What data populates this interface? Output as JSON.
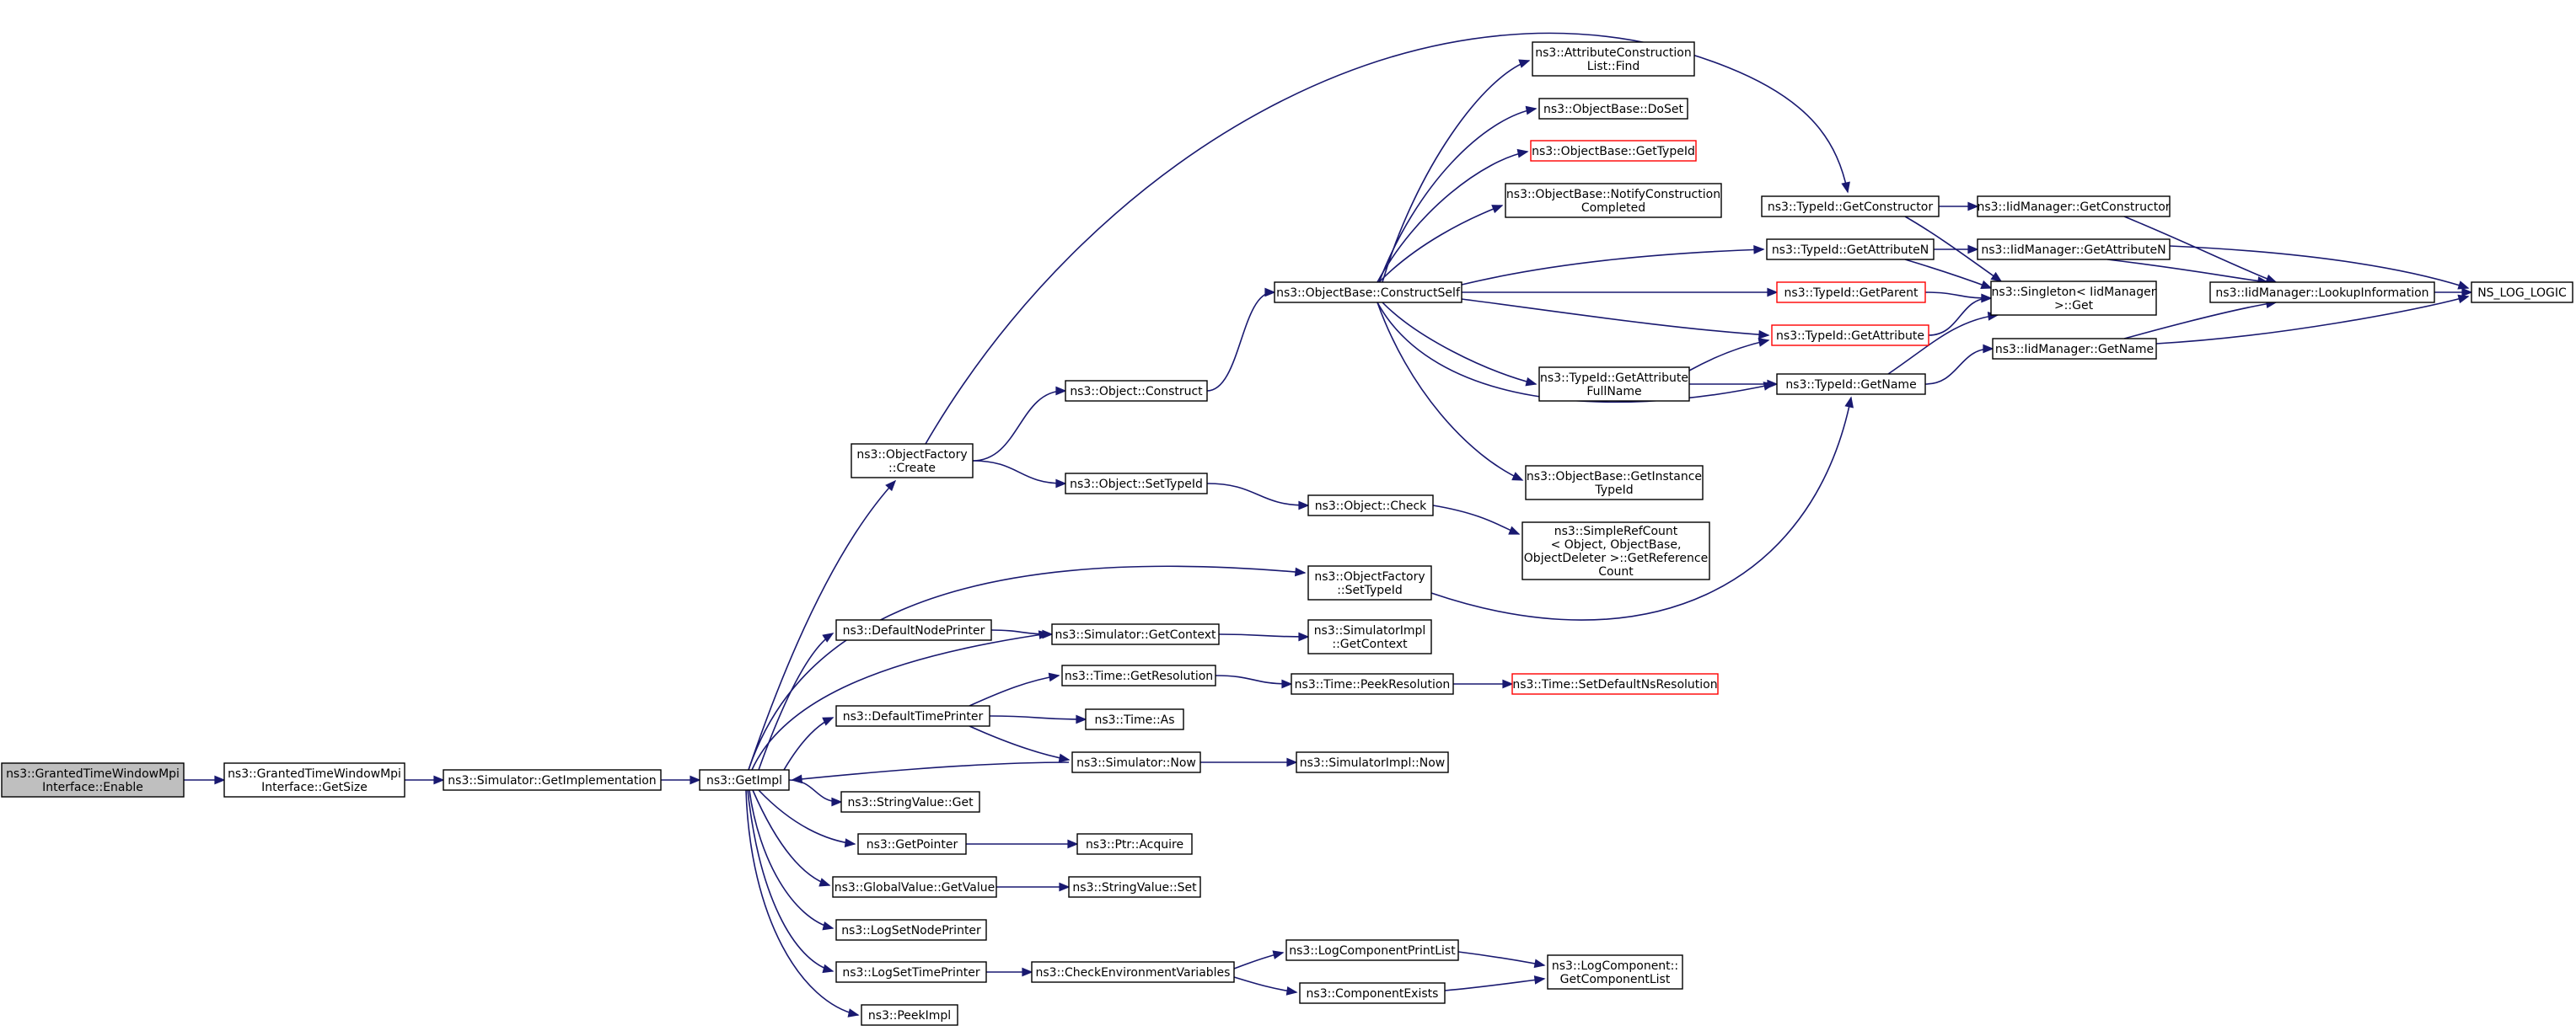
{
  "graph": {
    "colors": {
      "edge": "#191970",
      "node_border": "#000000",
      "start_fill": "#bfbfbf",
      "incomplete_border": "#ff0000"
    },
    "nodes": [
      {
        "id": "enable",
        "lines": [
          "ns3::GrantedTimeWindowMpi",
          "Interface::Enable"
        ],
        "kind": "start"
      },
      {
        "id": "getsize",
        "lines": [
          "ns3::GrantedTimeWindowMpi",
          "Interface::GetSize"
        ]
      },
      {
        "id": "getimplementation",
        "lines": [
          "ns3::Simulator::GetImplementation"
        ]
      },
      {
        "id": "getimpl",
        "lines": [
          "ns3::GetImpl"
        ]
      },
      {
        "id": "objfactory_create",
        "lines": [
          "ns3::ObjectFactory",
          "::Create"
        ]
      },
      {
        "id": "defaultnodeprinter",
        "lines": [
          "ns3::DefaultNodePrinter"
        ]
      },
      {
        "id": "defaulttimeprinter",
        "lines": [
          "ns3::DefaultTimePrinter"
        ]
      },
      {
        "id": "stringvalue_get",
        "lines": [
          "ns3::StringValue::Get"
        ]
      },
      {
        "id": "getpointer",
        "lines": [
          "ns3::GetPointer"
        ]
      },
      {
        "id": "globalvalue_getvalue",
        "lines": [
          "ns3::GlobalValue::GetValue"
        ]
      },
      {
        "id": "logsetnodeprinter",
        "lines": [
          "ns3::LogSetNodePrinter"
        ]
      },
      {
        "id": "logsettimeprinter",
        "lines": [
          "ns3::LogSetTimePrinter"
        ]
      },
      {
        "id": "peekimpl",
        "lines": [
          "ns3::PeekImpl"
        ]
      },
      {
        "id": "object_construct",
        "lines": [
          "ns3::Object::Construct"
        ]
      },
      {
        "id": "object_settypeid",
        "lines": [
          "ns3::Object::SetTypeId"
        ]
      },
      {
        "id": "simulator_getcontext",
        "lines": [
          "ns3::Simulator::GetContext"
        ]
      },
      {
        "id": "time_getresolution",
        "lines": [
          "ns3::Time::GetResolution"
        ]
      },
      {
        "id": "time_as",
        "lines": [
          "ns3::Time::As"
        ]
      },
      {
        "id": "simulator_now",
        "lines": [
          "ns3::Simulator::Now"
        ]
      },
      {
        "id": "ptr_acquire",
        "lines": [
          "ns3::Ptr::Acquire"
        ]
      },
      {
        "id": "stringvalue_set",
        "lines": [
          "ns3::StringValue::Set"
        ]
      },
      {
        "id": "checkenvvars",
        "lines": [
          "ns3::CheckEnvironmentVariables"
        ]
      },
      {
        "id": "objectbase_constructself",
        "lines": [
          "ns3::ObjectBase::ConstructSelf"
        ]
      },
      {
        "id": "object_check",
        "lines": [
          "ns3::Object::Check"
        ]
      },
      {
        "id": "objfactory_settypeid",
        "lines": [
          "ns3::ObjectFactory",
          "::SetTypeId"
        ]
      },
      {
        "id": "simimpl_getcontext",
        "lines": [
          "ns3::SimulatorImpl",
          "::GetContext"
        ]
      },
      {
        "id": "time_peekresolution",
        "lines": [
          "ns3::Time::PeekResolution"
        ]
      },
      {
        "id": "simimpl_now",
        "lines": [
          "ns3::SimulatorImpl::Now"
        ]
      },
      {
        "id": "logcomponentprintlist",
        "lines": [
          "ns3::LogComponentPrintList"
        ]
      },
      {
        "id": "componentexists",
        "lines": [
          "ns3::ComponentExists"
        ]
      },
      {
        "id": "attrconstructionlist_find",
        "lines": [
          "ns3::AttributeConstruction",
          "List::Find"
        ]
      },
      {
        "id": "objectbase_doset",
        "lines": [
          "ns3::ObjectBase::DoSet"
        ]
      },
      {
        "id": "objectbase_gettypeid",
        "lines": [
          "ns3::ObjectBase::GetTypeId"
        ],
        "kind": "red"
      },
      {
        "id": "objectbase_notifyconstruction",
        "lines": [
          "ns3::ObjectBase::NotifyConstruction",
          "Completed"
        ]
      },
      {
        "id": "typeid_getattributefullname",
        "lines": [
          "ns3::TypeId::GetAttribute",
          "FullName"
        ]
      },
      {
        "id": "objectbase_getinstancetypeid",
        "lines": [
          "ns3::ObjectBase::GetInstance",
          "TypeId"
        ]
      },
      {
        "id": "simplerefcount",
        "lines": [
          "ns3::SimpleRefCount",
          "< Object, ObjectBase,",
          "ObjectDeleter >::GetReference",
          "Count"
        ]
      },
      {
        "id": "time_setdefaultnsresolution",
        "lines": [
          "ns3::Time::SetDefaultNsResolution"
        ],
        "kind": "red"
      },
      {
        "id": "logcomponent_getcomponentlist",
        "lines": [
          "ns3::LogComponent::",
          "GetComponentList"
        ]
      },
      {
        "id": "typeid_getconstructor",
        "lines": [
          "ns3::TypeId::GetConstructor"
        ]
      },
      {
        "id": "typeid_getattributen",
        "lines": [
          "ns3::TypeId::GetAttributeN"
        ]
      },
      {
        "id": "typeid_getparent",
        "lines": [
          "ns3::TypeId::GetParent"
        ],
        "kind": "red"
      },
      {
        "id": "typeid_getattribute",
        "lines": [
          "ns3::TypeId::GetAttribute"
        ],
        "kind": "red"
      },
      {
        "id": "typeid_getname",
        "lines": [
          "ns3::TypeId::GetName"
        ]
      },
      {
        "id": "iidmanager_getconstructor",
        "lines": [
          "ns3::IidManager::GetConstructor"
        ]
      },
      {
        "id": "iidmanager_getattributen",
        "lines": [
          "ns3::IidManager::GetAttributeN"
        ]
      },
      {
        "id": "singleton_get",
        "lines": [
          "ns3::Singleton< IidManager",
          "  >::Get"
        ]
      },
      {
        "id": "iidmanager_getname",
        "lines": [
          "ns3::IidManager::GetName"
        ]
      },
      {
        "id": "iidmanager_lookupinformation",
        "lines": [
          "ns3::IidManager::LookupInformation"
        ]
      },
      {
        "id": "ns_log_logic",
        "lines": [
          "NS_LOG_LOGIC"
        ]
      }
    ],
    "edges": [
      [
        "enable",
        "getsize"
      ],
      [
        "getsize",
        "getimplementation"
      ],
      [
        "getimplementation",
        "getimpl"
      ],
      [
        "getimpl",
        "objfactory_create"
      ],
      [
        "getimpl",
        "defaultnodeprinter"
      ],
      [
        "getimpl",
        "defaulttimeprinter"
      ],
      [
        "getimpl",
        "stringvalue_get"
      ],
      [
        "getimpl",
        "getpointer"
      ],
      [
        "getimpl",
        "globalvalue_getvalue"
      ],
      [
        "getimpl",
        "logsetnodeprinter"
      ],
      [
        "getimpl",
        "logsettimeprinter"
      ],
      [
        "getimpl",
        "peekimpl"
      ],
      [
        "getimpl",
        "objfactory_settypeid"
      ],
      [
        "getimpl",
        "simulator_getcontext"
      ],
      [
        "objfactory_create",
        "object_construct"
      ],
      [
        "objfactory_create",
        "object_settypeid"
      ],
      [
        "objfactory_create",
        "typeid_getconstructor"
      ],
      [
        "object_construct",
        "objectbase_constructself"
      ],
      [
        "object_settypeid",
        "object_check"
      ],
      [
        "object_check",
        "simplerefcount"
      ],
      [
        "objfactory_settypeid",
        "typeid_getname"
      ],
      [
        "defaultnodeprinter",
        "simulator_getcontext"
      ],
      [
        "simulator_getcontext",
        "simimpl_getcontext"
      ],
      [
        "defaulttimeprinter",
        "time_getresolution"
      ],
      [
        "defaulttimeprinter",
        "time_as"
      ],
      [
        "defaulttimeprinter",
        "simulator_now"
      ],
      [
        "time_getresolution",
        "time_peekresolution"
      ],
      [
        "time_peekresolution",
        "time_setdefaultnsresolution"
      ],
      [
        "simulator_now",
        "simimpl_now"
      ],
      [
        "simulator_now",
        "getimpl"
      ],
      [
        "getpointer",
        "ptr_acquire"
      ],
      [
        "globalvalue_getvalue",
        "stringvalue_set"
      ],
      [
        "logsettimeprinter",
        "checkenvvars"
      ],
      [
        "checkenvvars",
        "logcomponentprintlist"
      ],
      [
        "checkenvvars",
        "componentexists"
      ],
      [
        "logcomponentprintlist",
        "logcomponent_getcomponentlist"
      ],
      [
        "componentexists",
        "logcomponent_getcomponentlist"
      ],
      [
        "objectbase_constructself",
        "attrconstructionlist_find"
      ],
      [
        "objectbase_constructself",
        "objectbase_doset"
      ],
      [
        "objectbase_constructself",
        "objectbase_gettypeid"
      ],
      [
        "objectbase_constructself",
        "objectbase_notifyconstruction"
      ],
      [
        "objectbase_constructself",
        "typeid_getattributen"
      ],
      [
        "objectbase_constructself",
        "typeid_getparent"
      ],
      [
        "objectbase_constructself",
        "typeid_getattribute"
      ],
      [
        "objectbase_constructself",
        "typeid_getattributefullname"
      ],
      [
        "objectbase_constructself",
        "typeid_getname"
      ],
      [
        "objectbase_constructself",
        "objectbase_getinstancetypeid"
      ],
      [
        "typeid_getattributefullname",
        "typeid_getattribute"
      ],
      [
        "typeid_getattributefullname",
        "typeid_getname"
      ],
      [
        "typeid_getconstructor",
        "iidmanager_getconstructor"
      ],
      [
        "typeid_getconstructor",
        "singleton_get"
      ],
      [
        "typeid_getattributen",
        "iidmanager_getattributen"
      ],
      [
        "typeid_getattributen",
        "singleton_get"
      ],
      [
        "typeid_getparent",
        "singleton_get"
      ],
      [
        "typeid_getattribute",
        "singleton_get"
      ],
      [
        "typeid_getname",
        "singleton_get"
      ],
      [
        "typeid_getname",
        "iidmanager_getname"
      ],
      [
        "iidmanager_getconstructor",
        "iidmanager_lookupinformation"
      ],
      [
        "iidmanager_getattributen",
        "iidmanager_lookupinformation"
      ],
      [
        "iidmanager_getattributen",
        "ns_log_logic"
      ],
      [
        "iidmanager_getname",
        "iidmanager_lookupinformation"
      ],
      [
        "iidmanager_getname",
        "ns_log_logic"
      ],
      [
        "iidmanager_lookupinformation",
        "ns_log_logic"
      ]
    ]
  }
}
